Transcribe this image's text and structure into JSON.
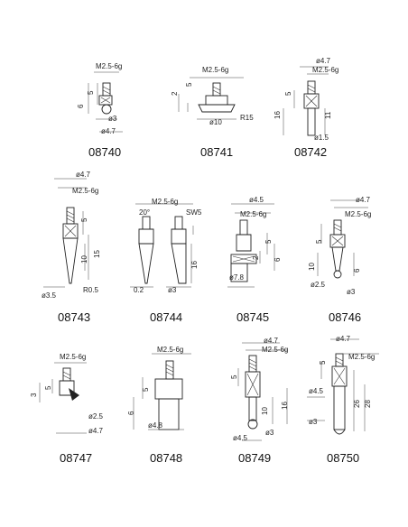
{
  "figures": [
    {
      "code": "08740",
      "dims": [
        "M2.5-6g",
        "6",
        "5",
        "ø3",
        "ø4.7"
      ]
    },
    {
      "code": "08741",
      "dims": [
        "M2.5-6g",
        "5",
        "2",
        "ø10",
        "R15"
      ]
    },
    {
      "code": "08742",
      "dims": [
        "ø4.7",
        "M2.5-6g",
        "5",
        "16",
        "11",
        "ø1.5"
      ]
    },
    {
      "code": "08743",
      "dims": [
        "ø4.7",
        "M2.5-6g",
        "5",
        "10",
        "15",
        "ø3.5",
        "R0.5"
      ]
    },
    {
      "code": "08744",
      "dims": [
        "M2.5-6g",
        "20°",
        "SW5",
        "16",
        "0.2",
        "ø3"
      ]
    },
    {
      "code": "08745",
      "dims": [
        "ø4.5",
        "M2.5-6g",
        "5",
        "2",
        "6",
        "ø7.8"
      ]
    },
    {
      "code": "08746",
      "dims": [
        "ø4.7",
        "M2.5-6g",
        "5",
        "10",
        "6",
        "ø2.5",
        "ø3"
      ]
    },
    {
      "code": "08747",
      "dims": [
        "M2.5-6g",
        "3",
        "5",
        "ø2.5",
        "ø4.7"
      ]
    },
    {
      "code": "08748",
      "dims": [
        "M2.5-6g",
        "5",
        "6",
        "ø4.8"
      ]
    },
    {
      "code": "08749",
      "dims": [
        "ø4.7",
        "M2.5-6g",
        "5",
        "16",
        "10",
        "ø4.5",
        "ø3"
      ]
    },
    {
      "code": "08750",
      "dims": [
        "ø4.7",
        "M2.5-6g",
        "5",
        "ø4.5",
        "26",
        "28",
        "ø3"
      ]
    }
  ]
}
